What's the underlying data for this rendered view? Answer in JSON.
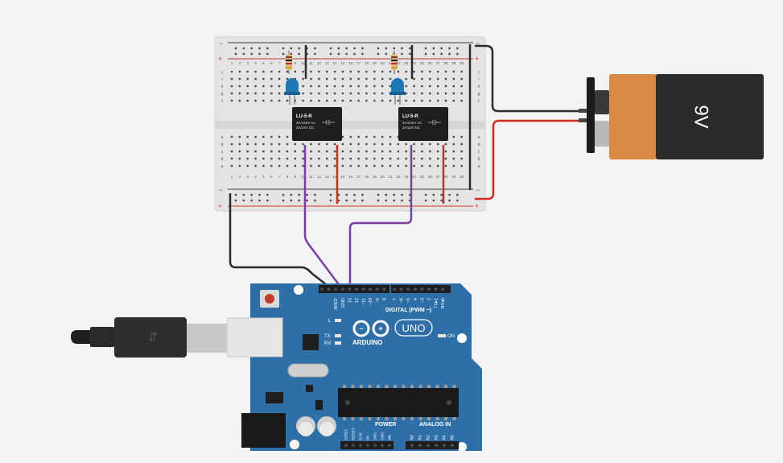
{
  "breadboard": {
    "rows_top": [
      "j",
      "i",
      "h",
      "g",
      "f"
    ],
    "rows_bottom": [
      "e",
      "d",
      "c",
      "b",
      "a"
    ],
    "col_numbers": [
      "1",
      "2",
      "3",
      "4",
      "5",
      "6",
      "7",
      "8",
      "9",
      "10",
      "11",
      "12",
      "13",
      "14",
      "15",
      "16",
      "17",
      "18",
      "19",
      "20",
      "21",
      "22",
      "23",
      "24",
      "25",
      "26",
      "27",
      "28",
      "29",
      "30"
    ],
    "plus": "+",
    "minus": "−"
  },
  "relays": [
    {
      "model": "LU-5-R",
      "rating1": "3A/125V AC",
      "rating2": "3A/24V DC"
    },
    {
      "model": "LU-5-R",
      "rating1": "3A/125V AC",
      "rating2": "3A/24V DC"
    }
  ],
  "battery": {
    "label": "9V"
  },
  "arduino": {
    "brand": "ARDUINO",
    "model": "UNO",
    "digital_label": "DIGITAL (PWM ~)",
    "digital_pins": [
      "AREF",
      "GND",
      "13",
      "12",
      "~11",
      "~10",
      "~9",
      "8",
      "7",
      "~6",
      "~5",
      "4",
      "~3",
      "2",
      "TX▸1",
      "RX◂0"
    ],
    "led_l": "L",
    "led_tx": "TX",
    "led_rx": "RX",
    "on_label": "ON",
    "power_label": "POWER",
    "analog_label": "ANALOG IN",
    "power_pins": [
      "IOREF",
      "RESET",
      "3.3V",
      "5V",
      "GND",
      "GND",
      "Vin"
    ],
    "analog_pins": [
      "A0",
      "A1",
      "A2",
      "A3",
      "A4",
      "A5"
    ]
  },
  "colors": {
    "background": "#f2f3f5",
    "breadboard": "#e3e3e3",
    "wire_black": "#2b2b2b",
    "wire_red": "#d52b1e",
    "wire_purple": "#7b3fa0",
    "arduino_board": "#2f6fa8",
    "battery_orange": "#d88a45",
    "battery_black": "#2a2a2a",
    "led_blue": "#1f78b4"
  }
}
